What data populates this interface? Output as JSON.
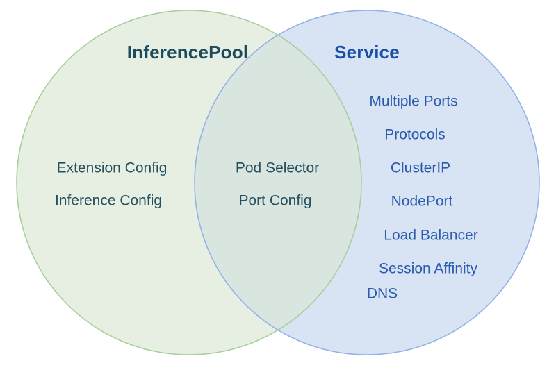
{
  "diagram": {
    "type": "venn",
    "left_circle": {
      "title": "InferencePool",
      "items": [
        "Extension Config",
        "Inference Config"
      ],
      "fill": "#e6efe1",
      "stroke": "#a8ce9b",
      "title_color": "#1c4a5e",
      "item_color": "#27505f"
    },
    "right_circle": {
      "title": "Service",
      "items": [
        "Multiple Ports",
        "Protocols",
        "ClusterIP",
        "NodePort",
        "Load Balancer",
        "Session Affinity",
        "DNS"
      ],
      "fill": "#d8e3f4",
      "stroke": "#93b1e7",
      "title_color": "#1a4fa8",
      "item_color": "#2a5bae"
    },
    "intersection": {
      "items": [
        "Pod Selector",
        "Port Config"
      ],
      "fill": "#d9e5df",
      "item_color": "#27505f"
    }
  }
}
